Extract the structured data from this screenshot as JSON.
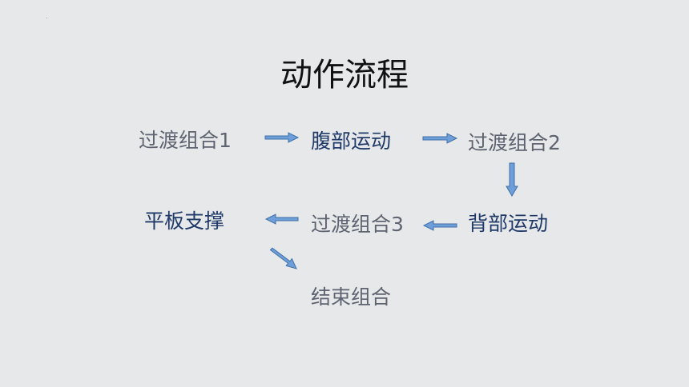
{
  "slide": {
    "title": "动作流程"
  },
  "nodes": {
    "transition_1": "过渡组合1",
    "abdominal": "腹部运动",
    "transition_2": "过渡组合2",
    "back": "背部运动",
    "transition_3": "过渡组合3",
    "plank": "平板支撑",
    "final": "结束组合"
  },
  "colors": {
    "background": "#e7e8ea",
    "title_text": "#111111",
    "gray_text": "#5d6370",
    "blue_text": "#1f3a68",
    "arrow_fill": "#6f9fd8",
    "arrow_stroke": "#3f6fa9"
  }
}
